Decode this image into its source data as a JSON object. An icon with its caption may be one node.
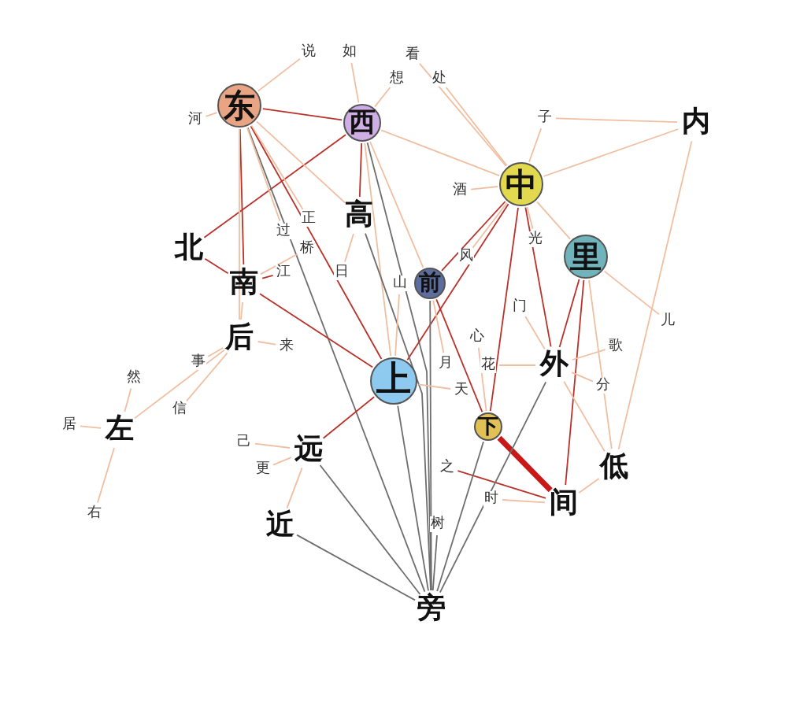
{
  "diagram": {
    "nodes": [
      {
        "text": [
          "东"
        ]
      },
      {
        "text": [
          "西"
        ]
      },
      {
        "text": [
          "中"
        ]
      },
      {
        "text": [
          "里"
        ]
      },
      {
        "text": [
          "高"
        ]
      },
      {
        "text": [
          "北"
        ]
      },
      {
        "text": [
          "南"
        ]
      },
      {
        "text": [
          "前"
        ]
      },
      {
        "text": [
          "后"
        ]
      },
      {
        "text": [
          "上"
        ]
      },
      {
        "text": [
          "外"
        ]
      },
      {
        "text": [
          "下"
        ]
      },
      {
        "text": [
          "左"
        ]
      },
      {
        "text": [
          "远"
        ]
      },
      {
        "text": [
          "低"
        ]
      },
      {
        "text": [
          "右"
        ]
      },
      {
        "text": [
          "近"
        ]
      },
      {
        "text": [
          "间"
        ]
      },
      {
        "text": [
          "旁"
        ]
      },
      {
        "text": [
          "内"
        ]
      },
      {
        "text": [
          "说"
        ]
      },
      {
        "text": [
          "如"
        ]
      },
      {
        "text": [
          "看"
        ]
      },
      {
        "text": [
          "想"
        ]
      },
      {
        "text": [
          "处"
        ]
      },
      {
        "text": [
          "子"
        ]
      },
      {
        "text": [
          "河"
        ]
      },
      {
        "text": [
          "酒"
        ]
      },
      {
        "text": [
          "风"
        ]
      },
      {
        "text": [
          "光"
        ]
      },
      {
        "text": [
          "山"
        ]
      },
      {
        "text": [
          "月"
        ]
      },
      {
        "text": [
          "花"
        ]
      },
      {
        "text": [
          "天"
        ]
      },
      {
        "text": [
          "日"
        ]
      },
      {
        "text": [
          "桥"
        ]
      },
      {
        "text": [
          "江"
        ]
      },
      {
        "text": [
          "来"
        ]
      },
      {
        "text": [
          "事"
        ]
      },
      {
        "text": [
          "信"
        ]
      },
      {
        "text": [
          "己"
        ]
      },
      {
        "text": [
          "更"
        ]
      },
      {
        "text": [
          "时"
        ]
      },
      {
        "text": [
          "之"
        ]
      },
      {
        "text": [
          "树"
        ]
      },
      {
        "text": [
          "心"
        ]
      },
      {
        "text": [
          "门"
        ]
      },
      {
        "text": [
          "歌"
        ]
      },
      {
        "text": [
          "分"
        ]
      },
      {
        "text": [
          "儿"
        ]
      },
      {
        "text": [
          "然"
        ]
      },
      {
        "text": [
          "居"
        ]
      },
      {
        "text": [
          "正"
        ]
      },
      {
        "text": [
          "过"
        ]
      }
    ],
    "edges": [
      {
        "from": 0,
        "to": 1,
        "arrow": "none",
        "color": "#b8322a"
      },
      {
        "from": 1,
        "to": 5,
        "arrow": "none",
        "color": "#b8322a"
      },
      {
        "from": 0,
        "to": 6,
        "arrow": "none",
        "color": "#b8322a"
      },
      {
        "from": 0,
        "to": 4,
        "arrow": "none"
      },
      {
        "from": 0,
        "to": 8,
        "arrow": "none"
      },
      {
        "from": 0,
        "to": 9,
        "arrow": "none",
        "color": "#b8322a"
      },
      {
        "from": 0,
        "to": 18,
        "arrow": "none",
        "color": "#6e6e6e"
      },
      {
        "from": 1,
        "to": 4,
        "arrow": "none",
        "color": "#b8322a"
      },
      {
        "from": 1,
        "to": 2,
        "arrow": "none"
      },
      {
        "from": 1,
        "to": 7,
        "arrow": "none"
      },
      {
        "from": 1,
        "to": 9,
        "arrow": "none"
      },
      {
        "from": 1,
        "to": 18,
        "arrow": "none",
        "color": "#6e6e6e"
      },
      {
        "from": 2,
        "to": 3,
        "arrow": "none"
      },
      {
        "from": 2,
        "to": 10,
        "arrow": "none",
        "color": "#b8322a"
      },
      {
        "from": 2,
        "to": 7,
        "arrow": "none",
        "color": "#b8322a"
      },
      {
        "from": 2,
        "to": 9,
        "arrow": "none",
        "color": "#b8322a"
      },
      {
        "from": 2,
        "to": 11,
        "arrow": "none",
        "color": "#b8322a"
      },
      {
        "from": 2,
        "to": 19,
        "arrow": "none"
      },
      {
        "from": 2,
        "to": 27,
        "arrow": "none"
      },
      {
        "from": 2,
        "to": 29,
        "arrow": "none"
      },
      {
        "from": 2,
        "to": 28,
        "arrow": "none"
      },
      {
        "from": 3,
        "to": 10,
        "arrow": "none",
        "color": "#b8322a"
      },
      {
        "from": 3,
        "to": 17,
        "arrow": "none",
        "color": "#b8322a"
      },
      {
        "from": 3,
        "to": 14,
        "arrow": "none"
      },
      {
        "from": 19,
        "to": 14,
        "arrow": "none"
      },
      {
        "from": 5,
        "to": 6,
        "arrow": "none",
        "color": "#b8322a"
      },
      {
        "from": 6,
        "to": 8,
        "arrow": "none"
      },
      {
        "from": 6,
        "to": 9,
        "arrow": "none",
        "color": "#b8322a"
      },
      {
        "from": 8,
        "to": 12,
        "arrow": "none"
      },
      {
        "from": 12,
        "to": 15,
        "arrow": "none"
      },
      {
        "from": 12,
        "to": 50,
        "arrow": "none"
      },
      {
        "from": 12,
        "to": 51,
        "arrow": "none"
      },
      {
        "from": 13,
        "to": 9,
        "arrow": "none",
        "color": "#b8322a"
      },
      {
        "from": 13,
        "to": 16,
        "arrow": "none"
      },
      {
        "from": 11,
        "to": 17,
        "arrow": "none",
        "style": "thick",
        "color": "#c81818"
      },
      {
        "from": 43,
        "to": 17,
        "arrow": "none",
        "color": "#b8322a"
      },
      {
        "from": 42,
        "to": 17,
        "arrow": "none"
      },
      {
        "from": 10,
        "to": 14,
        "arrow": "none"
      },
      {
        "from": 14,
        "to": 17,
        "arrow": "none"
      },
      {
        "from": 18,
        "to": 9,
        "arrow": "none",
        "color": "#6e6e6e"
      },
      {
        "from": 18,
        "to": 7,
        "arrow": "none",
        "color": "#6e6e6e"
      },
      {
        "from": 18,
        "to": 11,
        "arrow": "none",
        "color": "#6e6e6e"
      },
      {
        "from": 18,
        "to": 13,
        "arrow": "none",
        "color": "#6e6e6e"
      },
      {
        "from": 18,
        "to": 16,
        "arrow": "none",
        "color": "#6e6e6e"
      },
      {
        "from": 18,
        "to": 10,
        "arrow": "none",
        "color": "#6e6e6e"
      },
      {
        "from": 18,
        "to": 44,
        "arrow": "none",
        "color": "#6e6e6e"
      },
      {
        "from": 18,
        "to": 4,
        "arrow": "none",
        "color": "#6e6e6e"
      },
      {
        "from": 10,
        "to": 32,
        "arrow": "none"
      },
      {
        "from": 10,
        "to": 46,
        "arrow": "none"
      },
      {
        "from": 10,
        "to": 48,
        "arrow": "none"
      },
      {
        "from": 10,
        "to": 47,
        "arrow": "none"
      },
      {
        "from": 3,
        "to": 49,
        "arrow": "none"
      },
      {
        "from": 9,
        "to": 30,
        "arrow": "none"
      },
      {
        "from": 7,
        "to": 31,
        "arrow": "none"
      },
      {
        "from": 7,
        "to": 11,
        "arrow": "none",
        "color": "#b8322a"
      },
      {
        "from": 8,
        "to": 38,
        "arrow": "none"
      },
      {
        "from": 8,
        "to": 39,
        "arrow": "none"
      },
      {
        "from": 20,
        "to": 0,
        "arrow": "none"
      },
      {
        "from": 21,
        "to": 1,
        "arrow": "none"
      },
      {
        "from": 22,
        "to": 2,
        "arrow": "none"
      },
      {
        "from": 23,
        "to": 1,
        "arrow": "none"
      },
      {
        "from": 24,
        "to": 2,
        "arrow": "none"
      },
      {
        "from": 25,
        "to": 2,
        "arrow": "none"
      },
      {
        "from": 25,
        "to": 19,
        "arrow": "none"
      },
      {
        "from": 26,
        "to": 0,
        "arrow": "none"
      },
      {
        "from": 34,
        "to": 4,
        "arrow": "none"
      },
      {
        "from": 35,
        "to": 6,
        "arrow": "none"
      },
      {
        "from": 36,
        "to": 6,
        "arrow": "none",
        "color": "#b8322a"
      },
      {
        "from": 37,
        "to": 8,
        "arrow": "none"
      },
      {
        "from": 40,
        "to": 13,
        "arrow": "none"
      },
      {
        "from": 41,
        "to": 13,
        "arrow": "none"
      },
      {
        "from": 45,
        "to": 11,
        "arrow": "none"
      },
      {
        "from": 33,
        "to": 9,
        "arrow": "none"
      },
      {
        "from": 52,
        "to": 0,
        "arrow": "none"
      },
      {
        "from": 53,
        "to": 0,
        "arrow": "none"
      }
    ]
  }
}
